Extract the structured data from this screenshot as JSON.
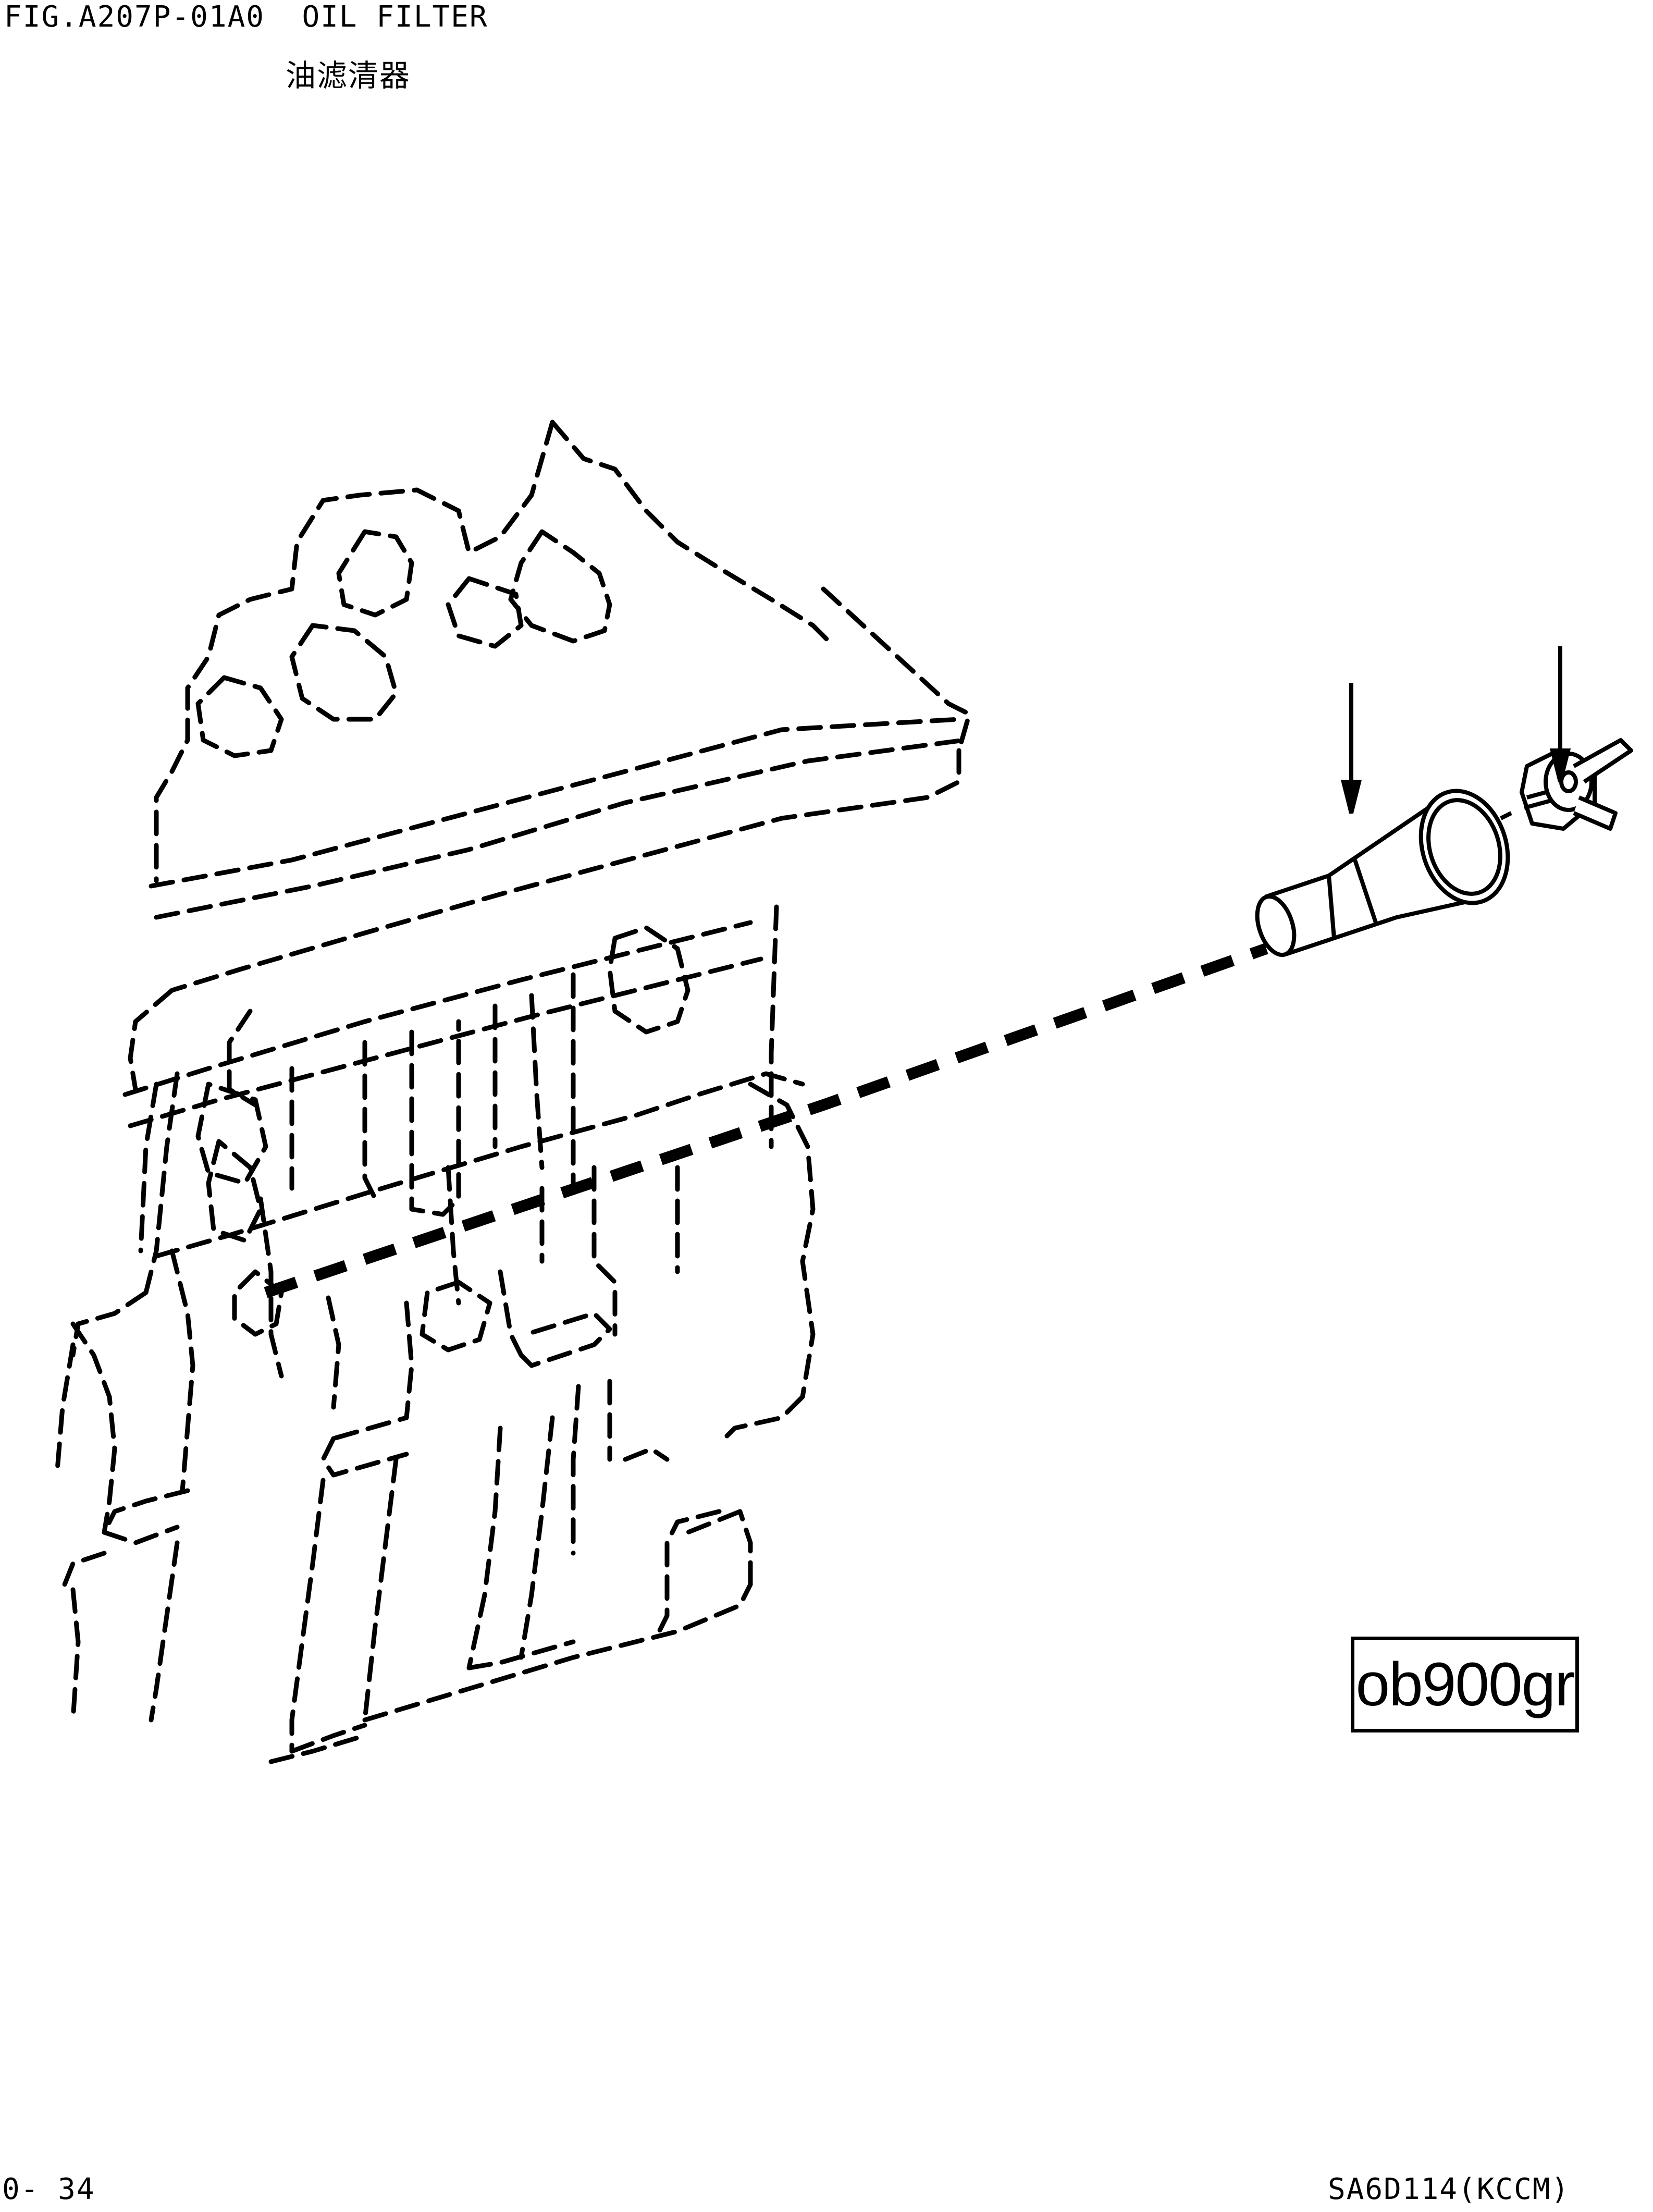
{
  "header": {
    "figure_line": "FIG.A207P-01A0  OIL FILTER",
    "subtitle": "油滤清器"
  },
  "drawing": {
    "reference_code": "ob900gr",
    "parts": [
      "oil-filter-cartridge",
      "oil-filter-cap"
    ]
  },
  "footer": {
    "page_number": "0- 34",
    "model_code": "SA6D114(KCCM)"
  }
}
